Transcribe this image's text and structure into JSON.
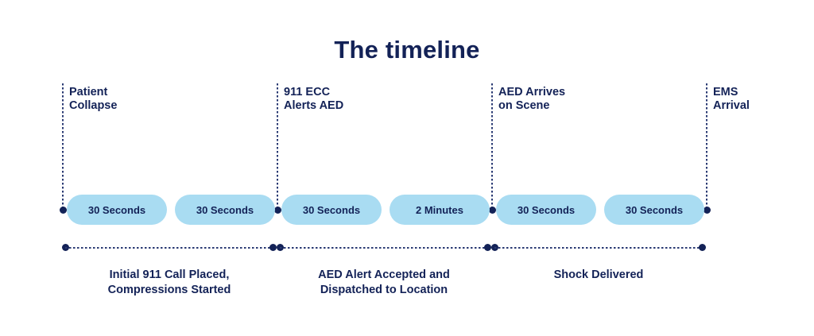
{
  "title": "The timeline",
  "colors": {
    "navy": "#132257",
    "pill_fill": "#a9dcf2",
    "dotted_line": "#2a3a73",
    "background": "#ffffff"
  },
  "markers": [
    {
      "name": "patient-collapse",
      "line1": "Patient",
      "line2": "Collapse"
    },
    {
      "name": "ecc-alerts-aed",
      "line1": "911 ECC",
      "line2": "Alerts AED"
    },
    {
      "name": "aed-arrives",
      "line1": "AED Arrives",
      "line2": "on Scene"
    },
    {
      "name": "ems-arrival",
      "line1": "EMS",
      "line2": "Arrival"
    }
  ],
  "pills": [
    {
      "label": "30 Seconds"
    },
    {
      "label": "30 Seconds"
    },
    {
      "label": "30 Seconds"
    },
    {
      "label": "2 Minutes"
    },
    {
      "label": "30 Seconds"
    },
    {
      "label": "30 Seconds"
    }
  ],
  "segments": [
    {
      "name": "initial-911-call",
      "line1": "Initial 911 Call Placed,",
      "line2": "Compressions Started"
    },
    {
      "name": "aed-alert-accepted",
      "line1": "AED Alert Accepted and",
      "line2": "Dispatched to Location"
    },
    {
      "name": "shock-delivered",
      "line1": "Shock Delivered",
      "line2": ""
    }
  ]
}
